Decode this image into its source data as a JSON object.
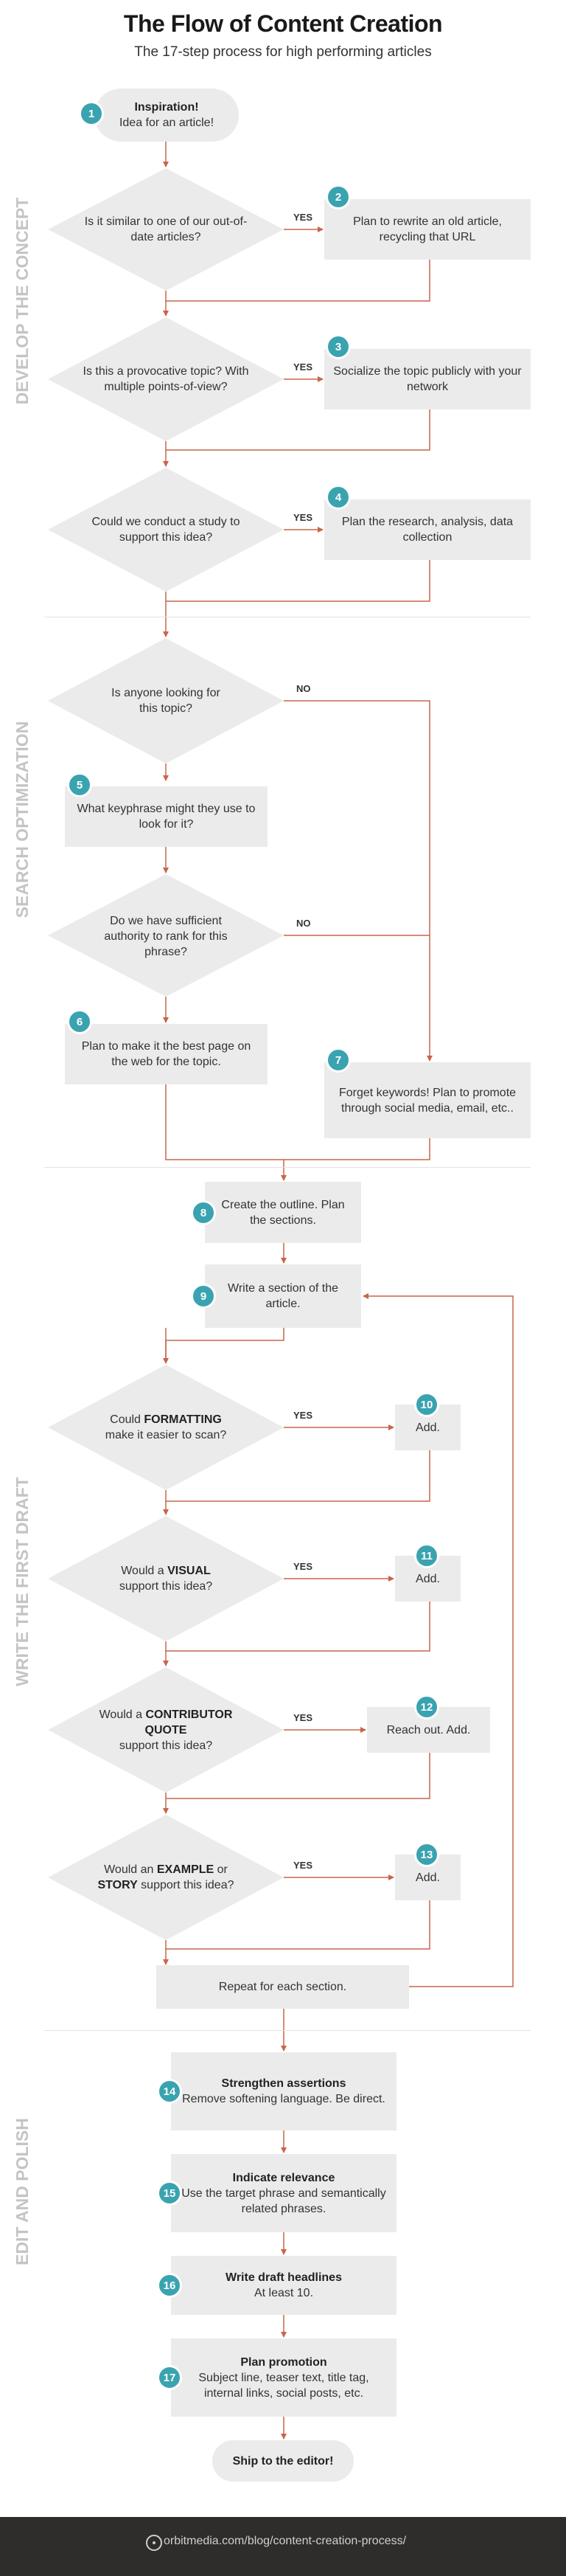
{
  "header": {
    "title": "The Flow of Content Creation",
    "subtitle": "The 17-step process for high performing articles"
  },
  "sections": {
    "develop": "DEVELOP THE CONCEPT",
    "search": "SEARCH OPTIMIZATION",
    "draft": "WRITE THE FIRST DRAFT",
    "edit": "EDIT AND POLISH"
  },
  "branch_labels": {
    "yes": "YES",
    "no": "NO"
  },
  "steps": {
    "s1": {
      "num": "1",
      "title": "Inspiration!",
      "text": "Idea for an article!"
    },
    "s2": {
      "num": "2",
      "text": "Plan to rewrite an old article, recycling that URL"
    },
    "s3": {
      "num": "3",
      "text": "Socialize the topic publicly with your network"
    },
    "s4": {
      "num": "4",
      "text": "Plan the research, analysis, data collection"
    },
    "s5": {
      "num": "5",
      "text": "What keyphrase might they use to look for it?"
    },
    "s6": {
      "num": "6",
      "text": "Plan to make it the best page on the web for the topic."
    },
    "s7": {
      "num": "7",
      "text": "Forget keywords! Plan to promote through social media, email, etc.."
    },
    "s8": {
      "num": "8",
      "text": "Create the outline. Plan the sections."
    },
    "s9": {
      "num": "9",
      "text": "Write a section of the article."
    },
    "s10": {
      "num": "10",
      "text": "Add."
    },
    "s11": {
      "num": "11",
      "text": "Add."
    },
    "s12": {
      "num": "12",
      "text": "Reach out. Add."
    },
    "s13": {
      "num": "13",
      "text": "Add."
    },
    "s14": {
      "num": "14",
      "title": "Strengthen assertions",
      "text": "Remove softening language. Be direct."
    },
    "s15": {
      "num": "15",
      "title": "Indicate relevance",
      "text": "Use the target phrase and semantically related phrases."
    },
    "s16": {
      "num": "16",
      "title": "Write draft headlines",
      "text": "At least 10."
    },
    "s17": {
      "num": "17",
      "title": "Plan promotion",
      "text": "Subject line, teaser text, title tag, internal links, social posts, etc."
    },
    "repeat": {
      "text": "Repeat for each section."
    },
    "ship": {
      "text": "Ship to the editor!"
    }
  },
  "decisions": {
    "d1": {
      "text": "Is it similar to one of our out-of-date articles?"
    },
    "d2": {
      "text": "Is this a provocative topic? With multiple points-of-view?"
    },
    "d3": {
      "text": "Could we conduct a study to support this idea?"
    },
    "d4": {
      "text": "Is anyone looking for this topic?"
    },
    "d5": {
      "text": "Do we have sufficient authority to rank for this phrase?"
    },
    "d6": {
      "pre": "Could ",
      "bold": "FORMATTING",
      "post": " make it easier to scan?"
    },
    "d7": {
      "pre": "Would a ",
      "bold": "VISUAL",
      "post": " support this idea?"
    },
    "d8": {
      "pre": "Would a ",
      "bold": "CONTRIBUTOR QUOTE",
      "post": " support this idea?"
    },
    "d9": {
      "pre": "Would an ",
      "bold": "EXAMPLE",
      "mid": " or ",
      "bold2": "STORY",
      "post": " support this idea?"
    }
  },
  "footer": {
    "url": "orbitmedia.com/blog/content-creation-process/"
  },
  "colors": {
    "accent": "#3aa3b0",
    "line": "#c8654a",
    "box": "#ebebeb",
    "section_text": "#c4c4c4",
    "footer_bg": "#2f2d2b"
  }
}
